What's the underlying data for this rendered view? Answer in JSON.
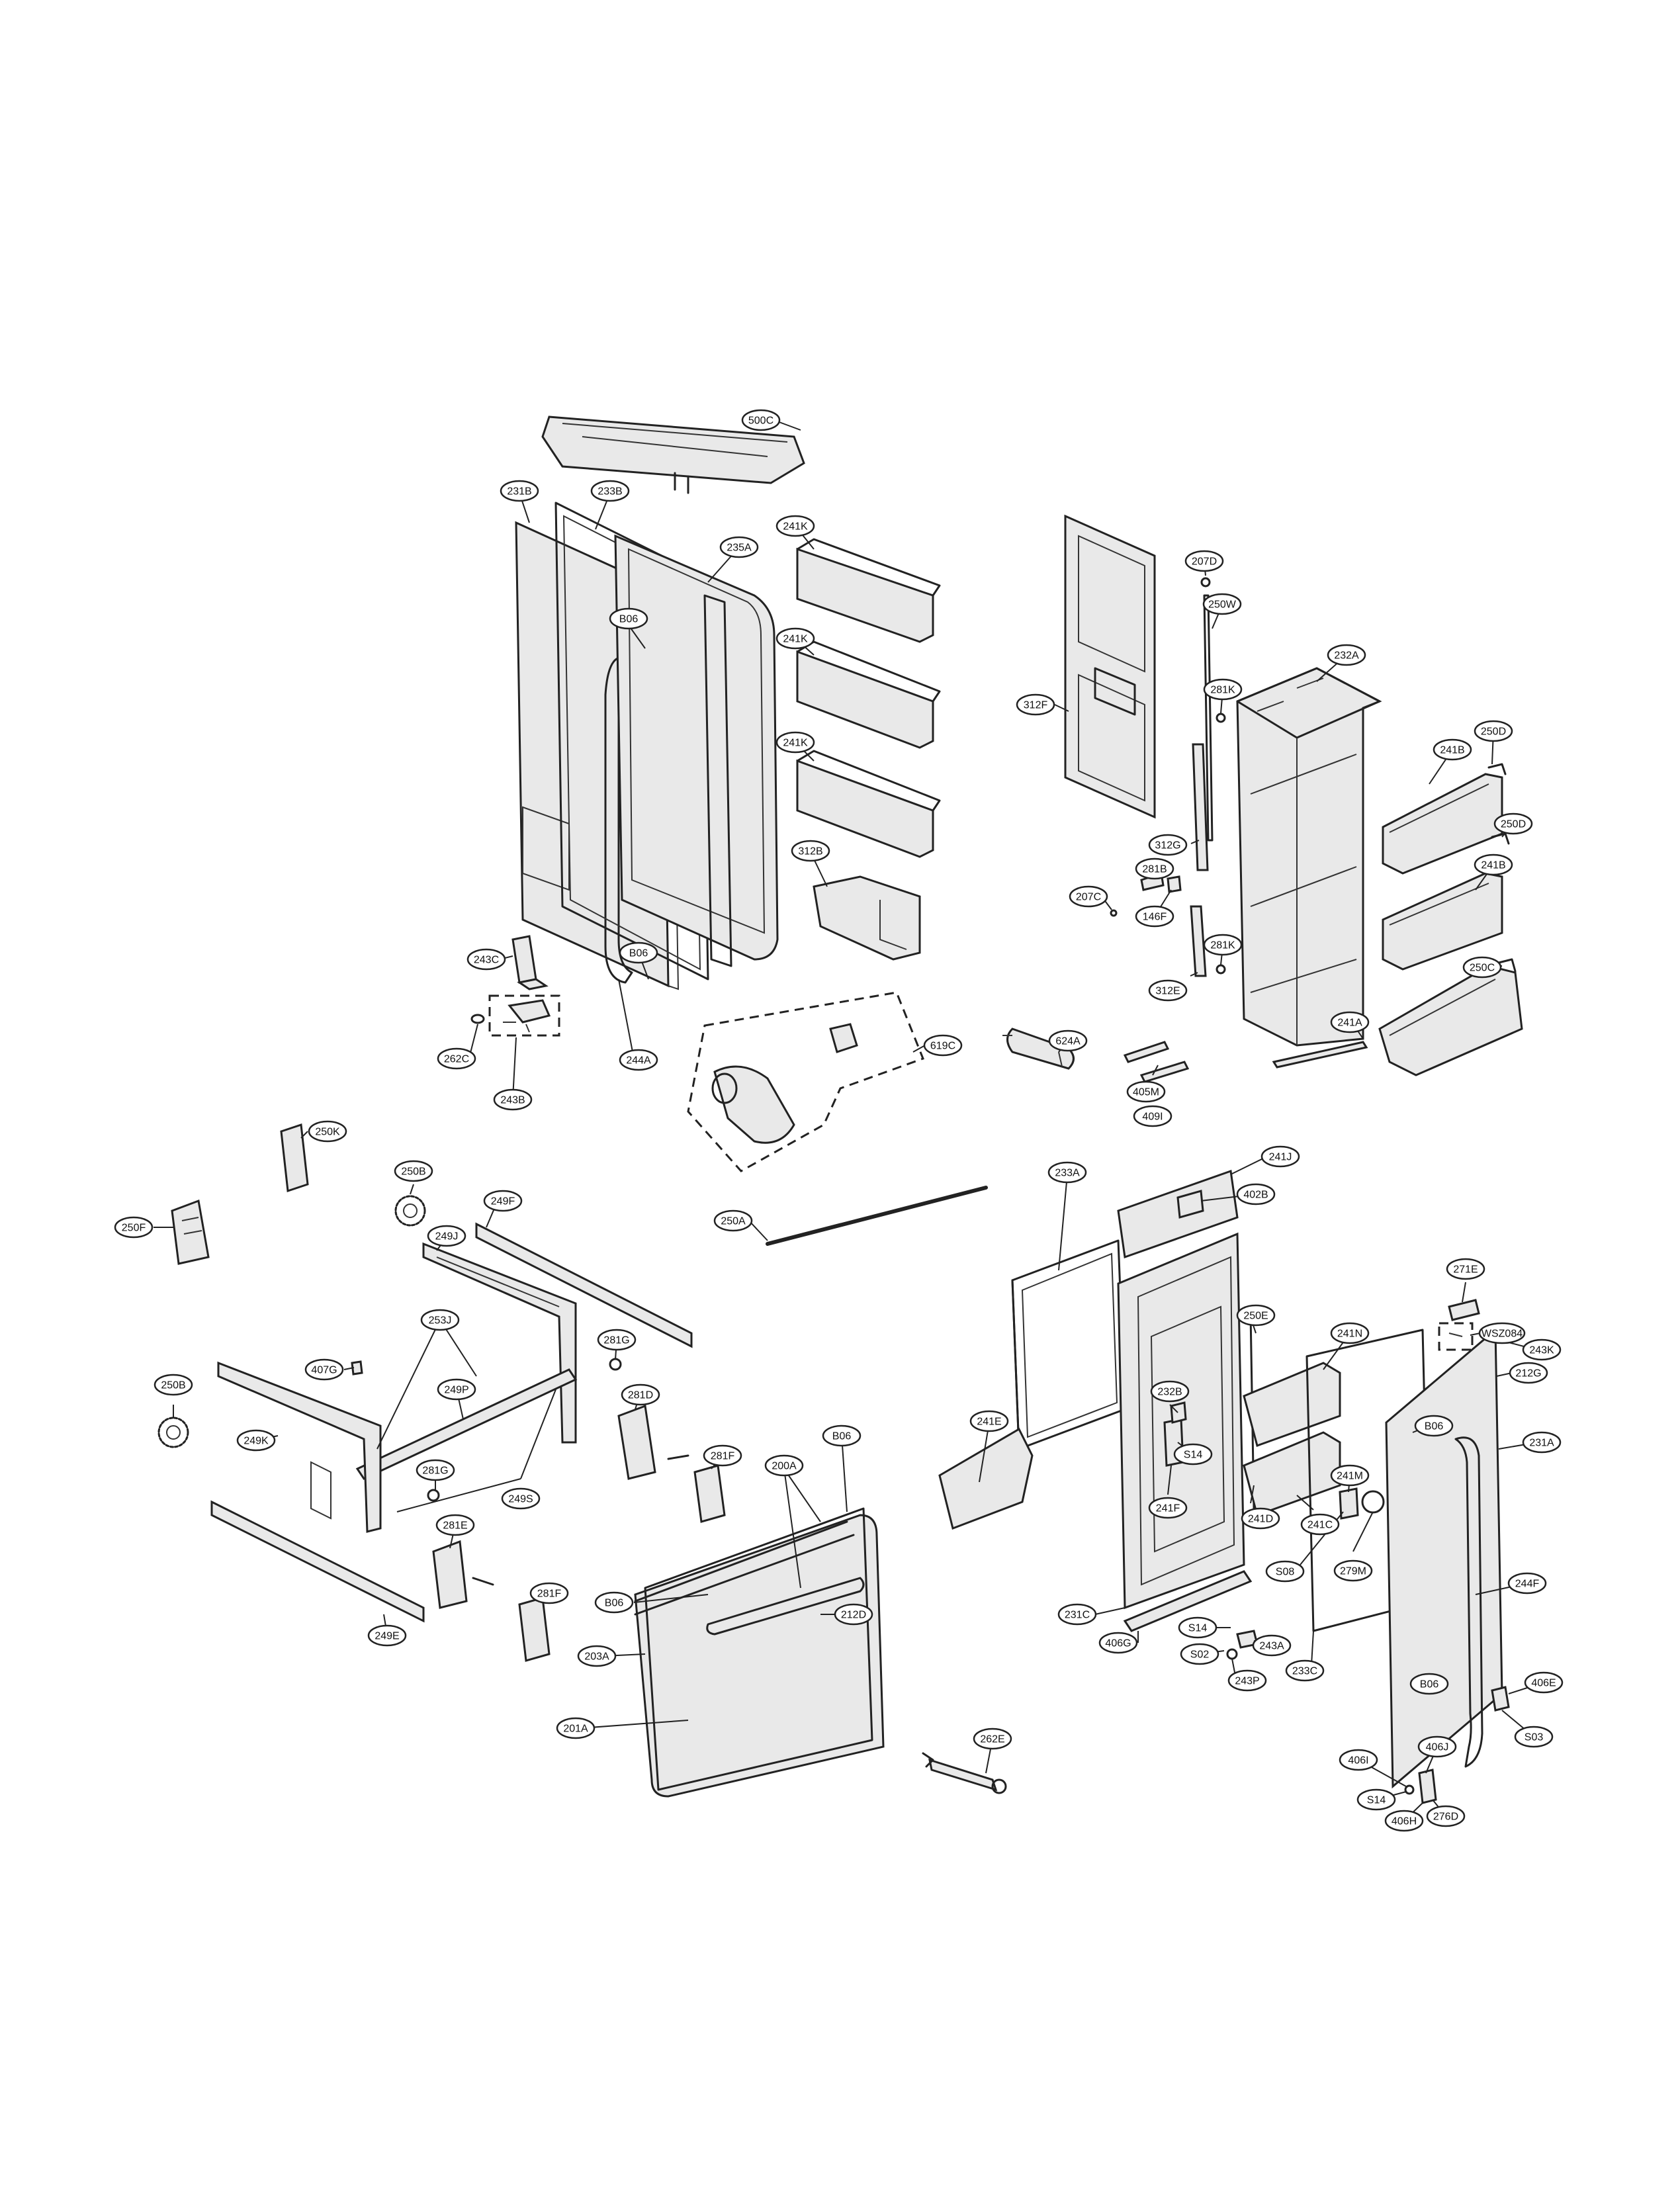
{
  "callouts": [
    {
      "id": "c500C",
      "label": "500C"
    },
    {
      "id": "c231B",
      "label": "231B"
    },
    {
      "id": "c233B",
      "label": "233B"
    },
    {
      "id": "c235A",
      "label": "235A"
    },
    {
      "id": "c241K_1",
      "label": "241K"
    },
    {
      "id": "c241K_2",
      "label": "241K"
    },
    {
      "id": "c241K_3",
      "label": "241K"
    },
    {
      "id": "cB06_1",
      "label": "B06"
    },
    {
      "id": "c312B",
      "label": "312B"
    },
    {
      "id": "c243C",
      "label": "243C"
    },
    {
      "id": "cB06_2",
      "label": "B06"
    },
    {
      "id": "c262C",
      "label": "262C"
    },
    {
      "id": "c243B",
      "label": "243B"
    },
    {
      "id": "c244A",
      "label": "244A"
    },
    {
      "id": "c207D",
      "label": "207D"
    },
    {
      "id": "c250W",
      "label": "250W"
    },
    {
      "id": "c232A",
      "label": "232A"
    },
    {
      "id": "c281K_1",
      "label": "281K"
    },
    {
      "id": "c312F",
      "label": "312F"
    },
    {
      "id": "c250D_1",
      "label": "250D"
    },
    {
      "id": "c241B_1",
      "label": "241B"
    },
    {
      "id": "c312G",
      "label": "312G"
    },
    {
      "id": "c281B",
      "label": "281B"
    },
    {
      "id": "c207C",
      "label": "207C"
    },
    {
      "id": "c146F",
      "label": "146F"
    },
    {
      "id": "c250D_2",
      "label": "250D"
    },
    {
      "id": "c241B_2",
      "label": "241B"
    },
    {
      "id": "c281K_2",
      "label": "281K"
    },
    {
      "id": "c312E",
      "label": "312E"
    },
    {
      "id": "c250C",
      "label": "250C"
    },
    {
      "id": "c241A",
      "label": "241A"
    },
    {
      "id": "c619C",
      "label": "619C"
    },
    {
      "id": "c624A",
      "label": "624A"
    },
    {
      "id": "c405M",
      "label": "405M"
    },
    {
      "id": "c409I",
      "label": "409I"
    },
    {
      "id": "c250K",
      "label": "250K"
    },
    {
      "id": "c250B_1",
      "label": "250B"
    },
    {
      "id": "c249F",
      "label": "249F"
    },
    {
      "id": "c250F",
      "label": "250F"
    },
    {
      "id": "c249J",
      "label": "249J"
    },
    {
      "id": "c250A",
      "label": "250A"
    },
    {
      "id": "c233A",
      "label": "233A"
    },
    {
      "id": "c241J",
      "label": "241J"
    },
    {
      "id": "c402B",
      "label": "402B"
    },
    {
      "id": "c253J",
      "label": "253J"
    },
    {
      "id": "c281G_1",
      "label": "281G"
    },
    {
      "id": "c407G",
      "label": "407G"
    },
    {
      "id": "c250B_2",
      "label": "250B"
    },
    {
      "id": "c249P",
      "label": "249P"
    },
    {
      "id": "c281D",
      "label": "281D"
    },
    {
      "id": "c249K",
      "label": "249K"
    },
    {
      "id": "c281F_1",
      "label": "281F"
    },
    {
      "id": "c281G_2",
      "label": "281G"
    },
    {
      "id": "c249S",
      "label": "249S"
    },
    {
      "id": "c281E",
      "label": "281E"
    },
    {
      "id": "c249E",
      "label": "249E"
    },
    {
      "id": "c281F_2",
      "label": "281F"
    },
    {
      "id": "cB06_3",
      "label": "B06"
    },
    {
      "id": "c200A",
      "label": "200A"
    },
    {
      "id": "cB06_4",
      "label": "B06"
    },
    {
      "id": "c212D",
      "label": "212D"
    },
    {
      "id": "c203A",
      "label": "203A"
    },
    {
      "id": "c201A",
      "label": "201A"
    },
    {
      "id": "c262E",
      "label": "262E"
    },
    {
      "id": "c271E",
      "label": "271E"
    },
    {
      "id": "cWSZ084",
      "label": "WSZ084"
    },
    {
      "id": "c243K",
      "label": "243K"
    },
    {
      "id": "c212G",
      "label": "212G"
    },
    {
      "id": "c250E",
      "label": "250E"
    },
    {
      "id": "c241N",
      "label": "241N"
    },
    {
      "id": "c241E",
      "label": "241E"
    },
    {
      "id": "c232B",
      "label": "232B"
    },
    {
      "id": "cS14_1",
      "label": "S14"
    },
    {
      "id": "cB06_5",
      "label": "B06"
    },
    {
      "id": "c231A",
      "label": "231A"
    },
    {
      "id": "c241F",
      "label": "241F"
    },
    {
      "id": "c241M",
      "label": "241M"
    },
    {
      "id": "c241C",
      "label": "241C"
    },
    {
      "id": "c241D",
      "label": "241D"
    },
    {
      "id": "cS08",
      "label": "S08"
    },
    {
      "id": "c279M",
      "label": "279M"
    },
    {
      "id": "c231C",
      "label": "231C"
    },
    {
      "id": "c244F",
      "label": "244F"
    },
    {
      "id": "cS14_2",
      "label": "S14"
    },
    {
      "id": "c406G",
      "label": "406G"
    },
    {
      "id": "c243A",
      "label": "243A"
    },
    {
      "id": "cS02",
      "label": "S02"
    },
    {
      "id": "c233C",
      "label": "233C"
    },
    {
      "id": "c243P",
      "label": "243P"
    },
    {
      "id": "c406E",
      "label": "406E"
    },
    {
      "id": "cB06_6",
      "label": "B06"
    },
    {
      "id": "cS03",
      "label": "S03"
    },
    {
      "id": "c406J",
      "label": "406J"
    },
    {
      "id": "c406I",
      "label": "406I"
    },
    {
      "id": "cS14_3",
      "label": "S14"
    },
    {
      "id": "c406H",
      "label": "406H"
    },
    {
      "id": "c276D",
      "label": "276D"
    }
  ],
  "colors": {
    "line": "#222222",
    "paper": "#ffffff",
    "shade": "#e9e9e9"
  }
}
